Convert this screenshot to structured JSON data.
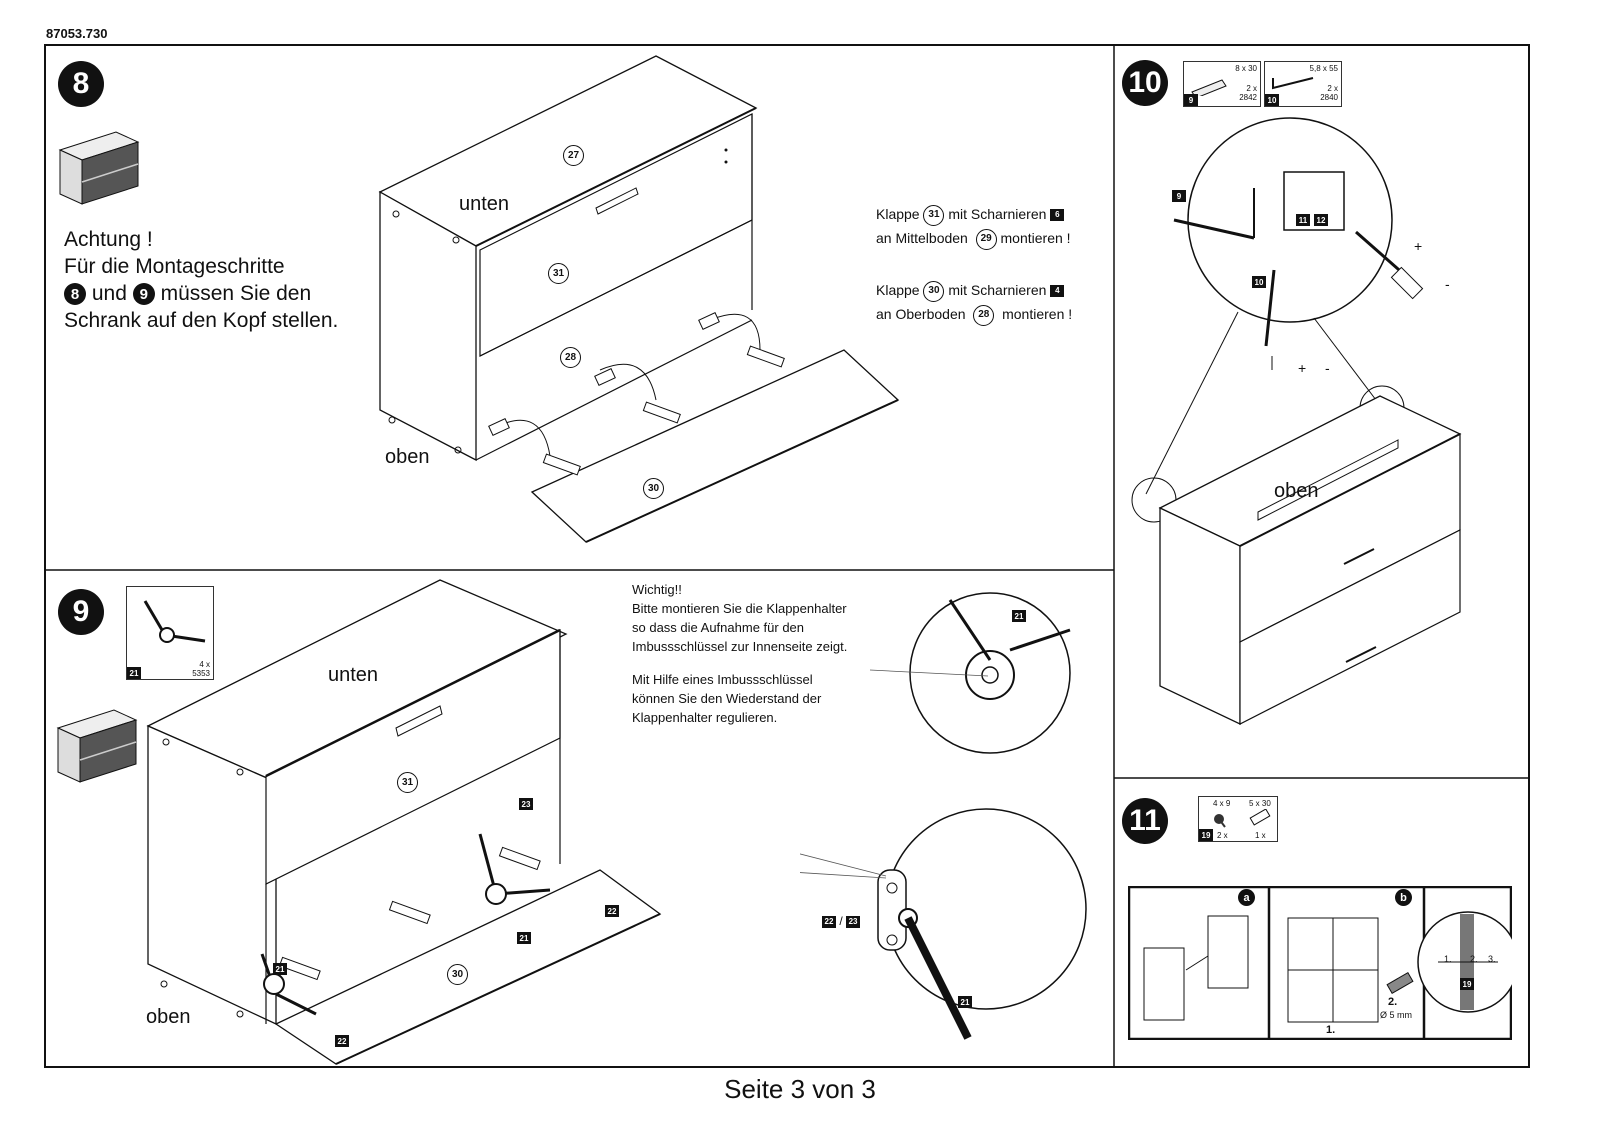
{
  "document": {
    "number": "87053.730",
    "footer": "Seite 3 von 3"
  },
  "step8": {
    "number": "8",
    "warning": [
      "Achtung !",
      "Für die Montageschritte",
      "und",
      "müssen Sie den",
      "Schrank auf den Kopf stellen."
    ],
    "warning_steps": [
      "8",
      "9"
    ],
    "labels": {
      "top": "unten",
      "bottom": "oben"
    },
    "parts": [
      "27",
      "31",
      "28",
      "30"
    ],
    "note1": {
      "text_a": "Klappe",
      "part_a": "31",
      "text_b": "mit Scharnieren",
      "hinge": "6",
      "text_c": "an Mittelboden",
      "part_b": "29",
      "text_d": "montieren !"
    },
    "note2": {
      "text_a": "Klappe",
      "part_a": "30",
      "text_b": "mit Scharnieren",
      "hinge": "4",
      "text_c": "an Oberboden",
      "part_b": "28",
      "text_d": "montieren !"
    }
  },
  "step9": {
    "number": "9",
    "hardware": {
      "id": "21",
      "qty": "4 x",
      "code": "5353"
    },
    "labels": {
      "top": "unten",
      "bottom": "oben"
    },
    "parts": [
      "31",
      "30"
    ],
    "markers": [
      "23",
      "21",
      "22",
      "21",
      "21",
      "22",
      "21"
    ],
    "detail_marker": "21",
    "detail2_marker": [
      "22",
      "23"
    ],
    "detail2_bottom": "21",
    "note": [
      "Wichtig!!",
      "Bitte montieren Sie die Klappenhalter",
      "so dass die Aufnahme für den",
      "Imbussschlüssel zur Innenseite zeigt.",
      "",
      "Mit Hilfe eines Imbussschlüssel",
      "können Sie den Wiederstand der",
      "Klappenhalter regulieren."
    ]
  },
  "step10": {
    "number": "10",
    "hardware": [
      {
        "id": "9",
        "size": "8 x 30",
        "qty": "2 x",
        "code": "2842"
      },
      {
        "id": "10",
        "size": "5,8 x 55",
        "qty": "2 x",
        "code": "2840"
      }
    ],
    "markers": [
      "9",
      "11",
      "12",
      "10"
    ],
    "plus": "+",
    "minus": "-",
    "label": "oben"
  },
  "step11": {
    "number": "11",
    "hardware": [
      {
        "size": "4 x 9",
        "qty": "2 x"
      },
      {
        "size": "5 x 30",
        "qty": "1 x"
      }
    ],
    "hardware_id": "19",
    "sub_a": "a",
    "sub_b": "b",
    "drill_step": "2.",
    "drill_size": "Ø 5 mm",
    "step1": "1.",
    "b_steps": [
      "1.",
      "2.",
      "3."
    ],
    "b_marker": "19"
  }
}
